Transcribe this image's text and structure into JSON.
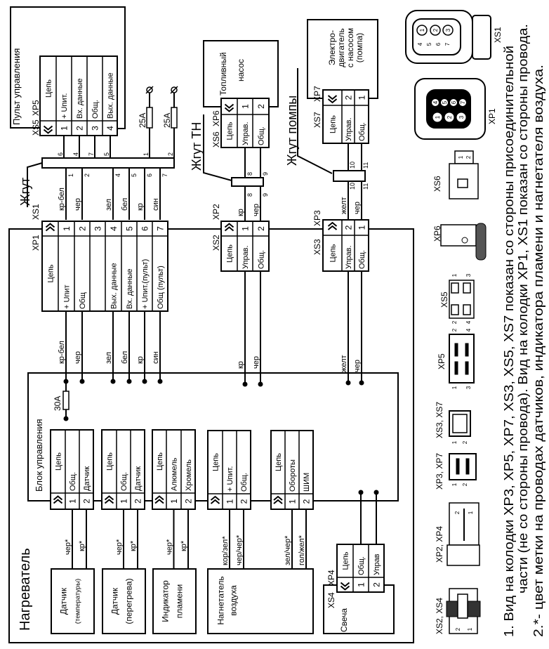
{
  "heater": {
    "title": "Нагреватель"
  },
  "control_unit": {
    "title": "Блок управления",
    "fuse": "30A"
  },
  "harness_main": {
    "label": "Жгут",
    "wires_to_panel": [
      "6",
      "4",
      "7",
      "5"
    ],
    "fuse_wires": [
      "1",
      "2"
    ],
    "fuses": [
      "25A",
      "25A"
    ],
    "wires": [
      {
        "color": "кр-бел",
        "num": "1"
      },
      {
        "color": "чер",
        "num": "2"
      },
      {
        "color": "зел",
        "num": "4"
      },
      {
        "color": "бел",
        "num": "5"
      },
      {
        "color": "кр",
        "num": "6"
      },
      {
        "color": "син",
        "num": "7"
      }
    ]
  },
  "panel": {
    "title": "Пульт управления",
    "socket": "XS5",
    "plug": "XP5",
    "header": "Цепь",
    "pins": [
      {
        "n": "1",
        "name": "+ Uпит."
      },
      {
        "n": "2",
        "name": "Вх. данные"
      },
      {
        "n": "3",
        "name": "Общ."
      },
      {
        "n": "4",
        "name": "Вых. данные"
      }
    ]
  },
  "xp1": {
    "socket": "XS1",
    "plug": "XP1",
    "header": "Цепь",
    "pins": [
      {
        "n": "1",
        "name": "+ Uпит"
      },
      {
        "n": "2",
        "name": "Общ"
      },
      {
        "n": "3",
        "name": ""
      },
      {
        "n": "4",
        "name": "Вых. данные"
      },
      {
        "n": "5",
        "name": "Вх. данные"
      },
      {
        "n": "6",
        "name": "+ Uпит.(пульт)"
      },
      {
        "n": "7",
        "name": "Общ (пульт)"
      }
    ],
    "wire_colors": [
      "кр-бел",
      "чер",
      "зел",
      "бел",
      "кр",
      "син"
    ]
  },
  "xs2": {
    "socket": "XS2",
    "plug": "XP2",
    "header": "Цепь",
    "pins": [
      {
        "n": "1",
        "name": "Управ."
      },
      {
        "n": "2",
        "name": "Общ."
      }
    ],
    "wire_colors": [
      "кр",
      "чер"
    ]
  },
  "harness_th": {
    "label": "Жгут ТН",
    "wires": [
      {
        "color": "кр",
        "num": "8"
      },
      {
        "color": "чер",
        "num": "9"
      }
    ],
    "nums_top": [
      "8",
      "9"
    ]
  },
  "fuel_pump": {
    "title_lines": [
      "Топливный",
      "насос"
    ],
    "socket": "XS6",
    "plug": "XP6",
    "header": "Цепь",
    "pins": [
      {
        "n": "1",
        "name": "Управ."
      },
      {
        "n": "2",
        "name": "Общ."
      }
    ]
  },
  "xs3": {
    "socket": "XS3",
    "plug": "XP3",
    "header": "Цепь",
    "pins": [
      {
        "n": "2",
        "name": "Управ."
      },
      {
        "n": "1",
        "name": "Общ."
      }
    ],
    "wire_colors": [
      "желт",
      "чер"
    ]
  },
  "harness_pump": {
    "label": "Жгут помпы",
    "wires": [
      {
        "color": "желт",
        "num": "10"
      },
      {
        "color": "чер",
        "num": "11"
      }
    ],
    "nums_top": [
      "10",
      "11"
    ]
  },
  "pump_motor": {
    "title_lines": [
      "Электро-",
      "двигатель",
      "с насосом",
      "(помпа)"
    ],
    "socket": "XS7",
    "plug": "XP7",
    "header": "Цепь",
    "pins": [
      {
        "n": "2",
        "name": "Управ."
      },
      {
        "n": "1",
        "name": "Общ."
      }
    ]
  },
  "sensors": [
    {
      "lines": [
        "Датчик",
        "(температуры)"
      ],
      "header": "Цепь",
      "pins": [
        {
          "n": "1",
          "name": "Общ."
        },
        {
          "n": "2",
          "name": "Датчик"
        }
      ],
      "wires": [
        "чер*",
        "кр*"
      ]
    },
    {
      "lines": [
        "Датчик",
        "(перегрева)"
      ],
      "header": "Цепь",
      "pins": [
        {
          "n": "1",
          "name": "Общ."
        },
        {
          "n": "2",
          "name": "Датчик"
        }
      ],
      "wires": [
        "чер*",
        "кр*"
      ]
    },
    {
      "lines": [
        "Индикатор",
        "пламени"
      ],
      "header": "Цепь",
      "pins": [
        {
          "n": "1",
          "name": "Алюмель"
        },
        {
          "n": "2",
          "name": "Хромель"
        }
      ],
      "wires": [
        "чер*",
        "кр*"
      ]
    }
  ],
  "blower": {
    "lines": [
      "Нагнетатель",
      "воздуха"
    ],
    "connectors": [
      {
        "header": "Цепь",
        "pins": [
          {
            "n": "1",
            "name": "+ Uпит."
          },
          {
            "n": "2",
            "name": "Общ."
          }
        ],
        "wires": [
          "кор/зел*",
          "чер/чер*"
        ]
      },
      {
        "header": "Цепь",
        "pins": [
          {
            "n": "1",
            "name": "Обороты"
          },
          {
            "n": "2",
            "name": "ШИМ"
          }
        ],
        "wires": [
          "зел/чер*",
          "гол/жел*"
        ]
      }
    ]
  },
  "glow_plug": {
    "title": "Свеча",
    "socket": "XS4",
    "plug": "XP4",
    "header": "Цепь",
    "pins": [
      {
        "n": "1",
        "name": "Общ."
      },
      {
        "n": "2",
        "name": "Управ"
      }
    ]
  },
  "connector_views": [
    {
      "label": "XS1",
      "pins": [
        "1",
        "2",
        "3",
        "4",
        "5",
        "6",
        "7"
      ]
    },
    {
      "label": "XP1",
      "pins": [
        "1",
        "2",
        "3",
        "4",
        "5",
        "6",
        "7"
      ]
    },
    {
      "label": "XS6",
      "pins": [
        "1",
        "2"
      ]
    },
    {
      "label": "XP6"
    },
    {
      "label": "XS5",
      "pins": [
        "1",
        "3",
        "2",
        "4"
      ]
    },
    {
      "label": "XP5",
      "pins": [
        "2",
        "4",
        "1",
        "3"
      ]
    },
    {
      "label": "XS3, XS7",
      "pins": [
        "1",
        "2"
      ]
    },
    {
      "label": "XP3, XP7",
      "pins": [
        "1",
        "2"
      ]
    },
    {
      "label": "XP2, XP4",
      "pins": [
        "2",
        "1"
      ]
    },
    {
      "label": "XS2, XS4",
      "pins": [
        "2",
        "1"
      ]
    }
  ],
  "notes": [
    "1. Вид на колодки XP3, XP5, XP7, XS3, XS5, XS7 показан со стороны присоединительной",
    "части (не со стороны провода). Вид на колодки XP1, XS1 показан со стороны провода.",
    "2.*- цвет метки на проводах датчиков, индикатора пламени и нагнетателя воздуха."
  ]
}
